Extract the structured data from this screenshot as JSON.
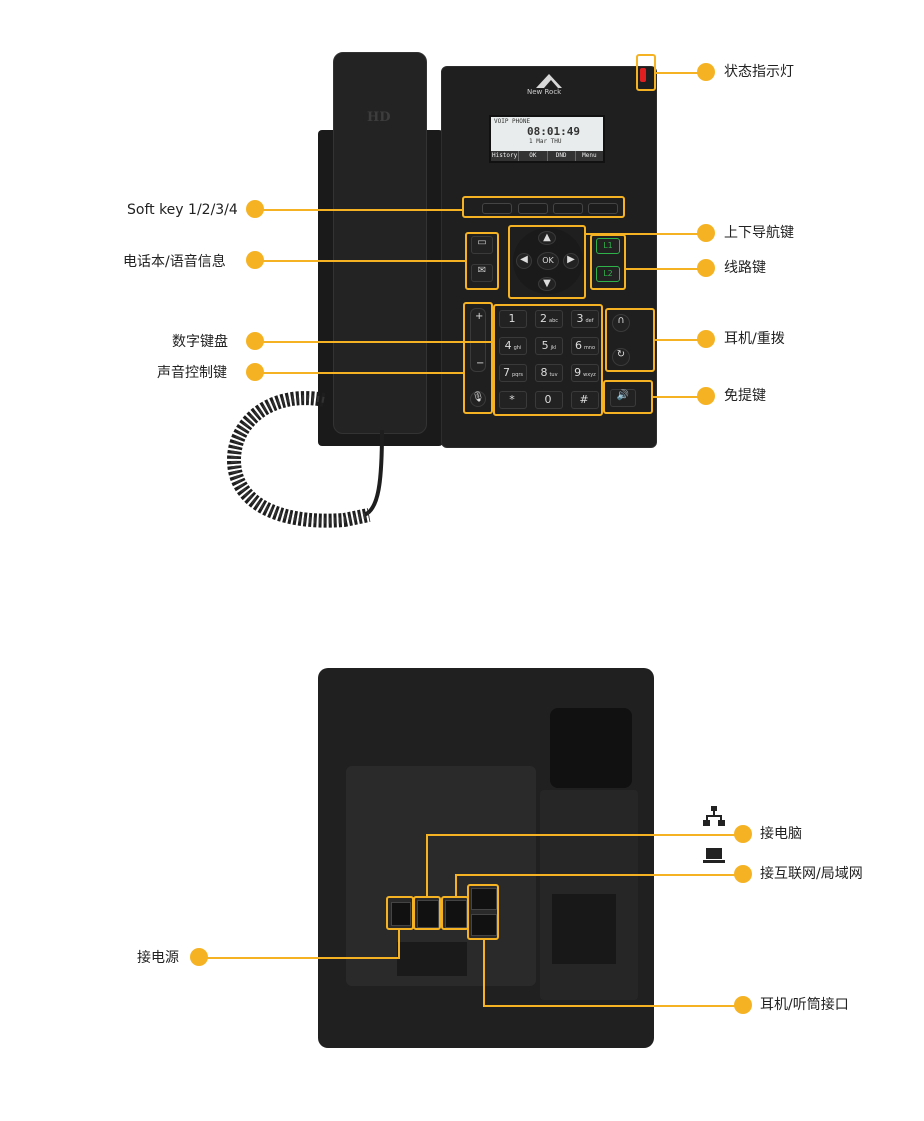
{
  "colors": {
    "accent": "#F5B324",
    "body": "#1d1d1d",
    "panel": "#262626",
    "led": "#e02020",
    "line_key": "#2fb24a"
  },
  "front": {
    "logo_text": "New Rock",
    "handset_text": "HD",
    "lcd": {
      "header": "VOIP PHONE",
      "time": "08:01:49",
      "date": "1 Mar THU",
      "softkeys": [
        "History",
        "OK",
        "DND",
        "Menu"
      ]
    },
    "line_keys": [
      "L1",
      "L2"
    ],
    "nav_center": "OK",
    "keypad": [
      {
        "d": "1",
        "s": ""
      },
      {
        "d": "2",
        "s": "abc"
      },
      {
        "d": "3",
        "s": "def"
      },
      {
        "d": "4",
        "s": "ghi"
      },
      {
        "d": "5",
        "s": "jkl"
      },
      {
        "d": "6",
        "s": "mno"
      },
      {
        "d": "7",
        "s": "pqrs"
      },
      {
        "d": "8",
        "s": "tuv"
      },
      {
        "d": "9",
        "s": "wxyz"
      },
      {
        "d": "*",
        "s": ""
      },
      {
        "d": "0",
        "s": ""
      },
      {
        "d": "#",
        "s": ""
      }
    ],
    "callouts": {
      "status_led": "状态指示灯",
      "softkey": "Soft key 1/2/3/4",
      "nav": "上下导航键",
      "phonebook": "电话本/语音信息",
      "line": "线路键",
      "keypad": "数字键盘",
      "headset_redial": "耳机/重拨",
      "volume": "声音控制键",
      "speaker": "免提键"
    }
  },
  "back": {
    "callouts": {
      "pc": "接电脑",
      "internet": "接互联网/局域网",
      "power": "接电源",
      "headset_port": "耳机/听筒接口"
    },
    "icons": [
      "network-icon",
      "laptop-icon"
    ]
  }
}
